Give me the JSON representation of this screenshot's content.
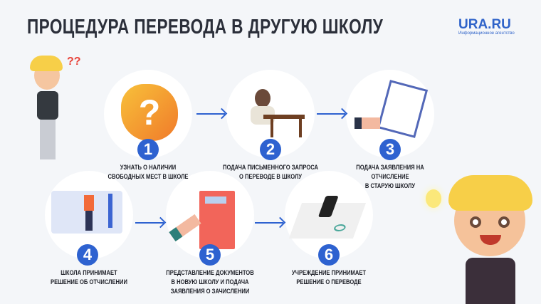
{
  "title": "ПРОЦЕДУРА ПЕРЕВОДА В ДРУГУЮ ШКОЛУ",
  "logo": {
    "name": "URA.RU",
    "subtitle": "Информационное агентство"
  },
  "accent": "#2e62d0",
  "steps": [
    {
      "number": "1",
      "lines": [
        "УЗНАТЬ О НАЛИЧИИ",
        "СВОБОДНЫХ МЕСТ В ШКОЛЕ"
      ]
    },
    {
      "number": "2",
      "lines": [
        "ПОДАЧА ПИСЬМЕННОГО ЗАПРОСА",
        "О ПЕРЕВОДЕ В ШКОЛУ"
      ]
    },
    {
      "number": "3",
      "lines": [
        "ПОДАЧА ЗАЯВЛЕНИЯ НА ОТЧИСЛЕНИЕ",
        "В СТАРУЮ ШКОЛУ"
      ]
    },
    {
      "number": "4",
      "lines": [
        "ШКОЛА ПРИНИМАЕТ",
        "РЕШЕНИЕ ОБ ОТЧИСЛЕНИИ"
      ]
    },
    {
      "number": "5",
      "lines": [
        "ПРЕДСТАВЛЕНИЕ ДОКУМЕНТОВ",
        "В НОВУЮ ШКОЛУ И ПОДАЧА",
        "ЗАЯВЛЕНИЯ О ЗАЧИСЛЕНИИ"
      ]
    },
    {
      "number": "6",
      "lines": [
        "УЧРЕЖДЕНИЕ ПРИНИМАЕТ",
        "РЕШЕНИЕ О ПЕРЕВОДЕ"
      ]
    }
  ],
  "question_marks": "??"
}
